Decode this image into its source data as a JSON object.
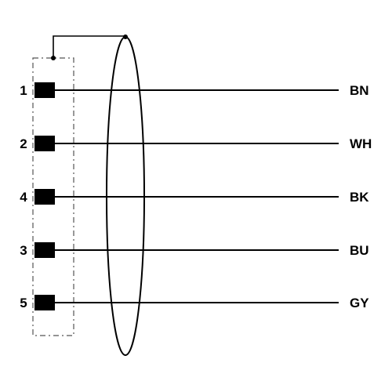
{
  "pins": [
    {
      "number": "1",
      "color_code": "BN"
    },
    {
      "number": "2",
      "color_code": "WH"
    },
    {
      "number": "4",
      "color_code": "BK"
    },
    {
      "number": "3",
      "color_code": "BU"
    },
    {
      "number": "5",
      "color_code": "GY"
    }
  ],
  "colors": {
    "line": "#000000",
    "connector_outline": "#555555",
    "background": "#ffffff"
  }
}
